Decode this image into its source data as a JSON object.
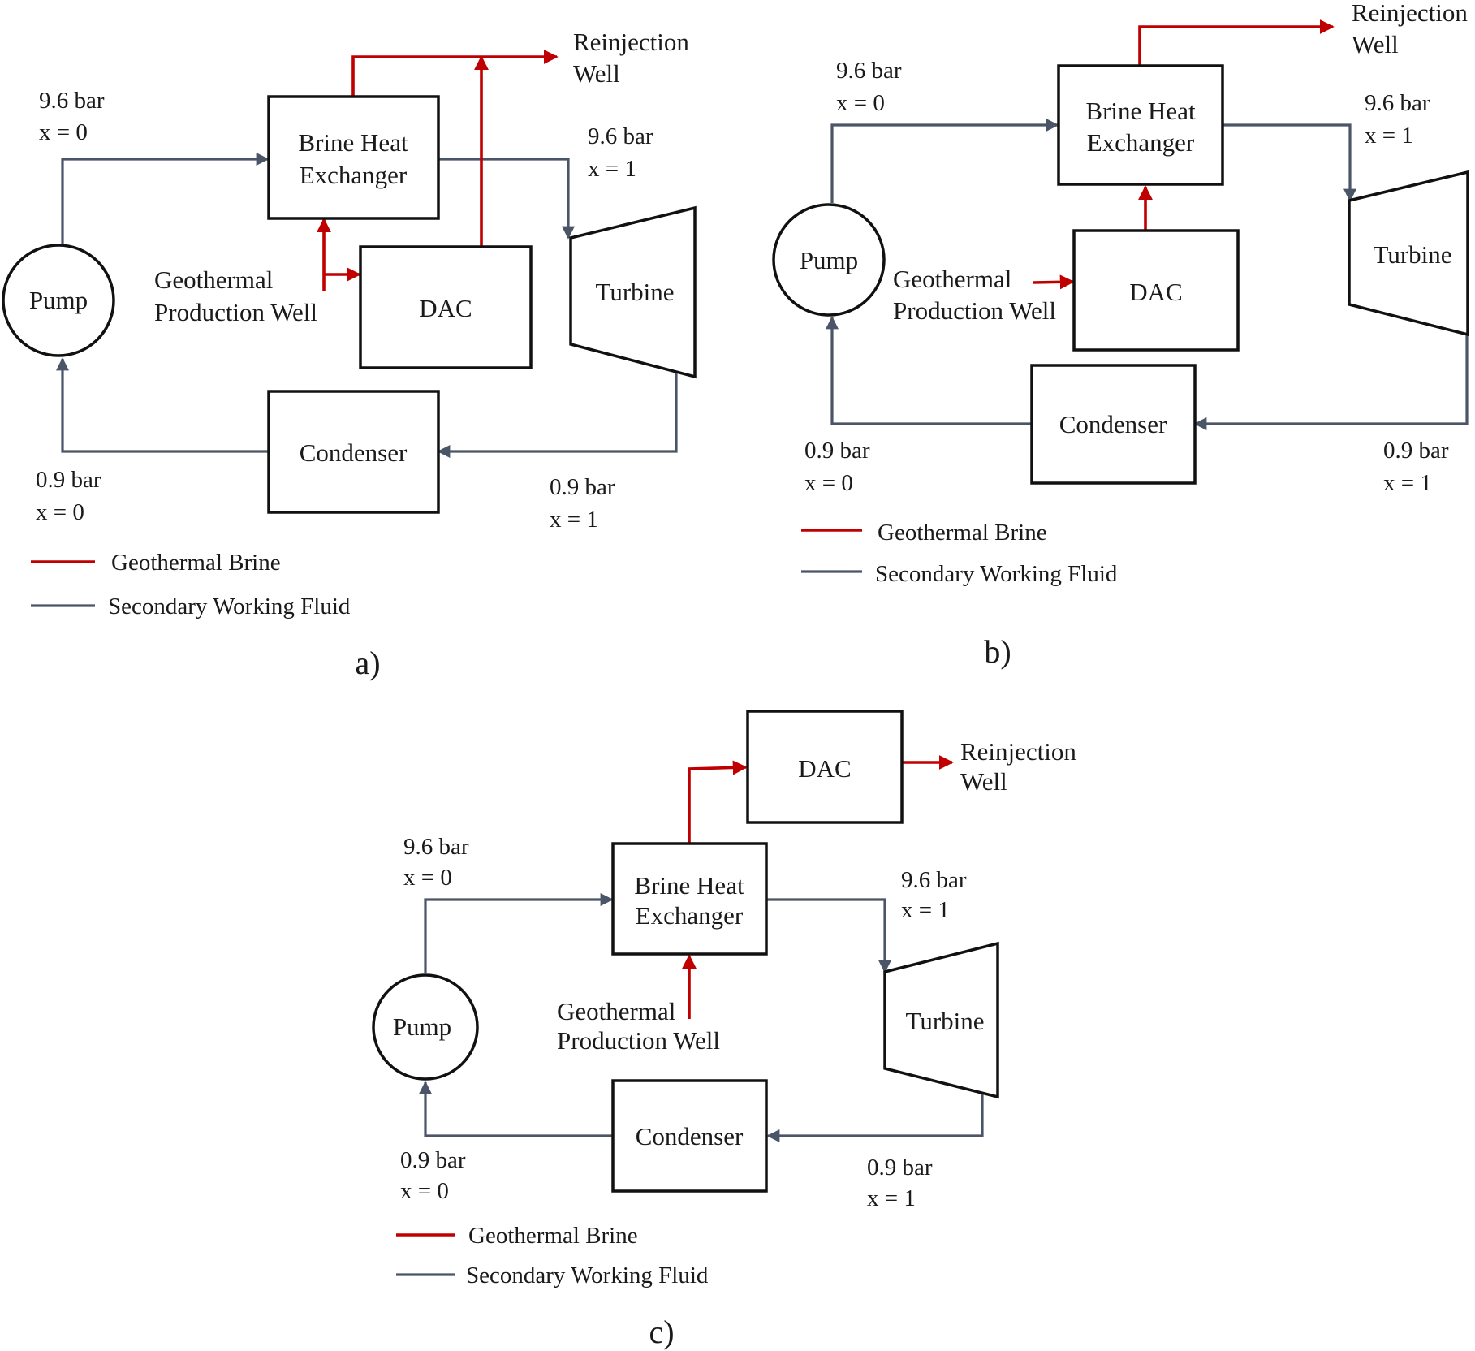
{
  "colors": {
    "brine": "#c00000",
    "working_fluid": "#4a5568",
    "box_stroke": "#111111"
  },
  "components": {
    "pump": "Pump",
    "brine_hx_line1": "Brine Heat",
    "brine_hx_line2": "Exchanger",
    "dac": "DAC",
    "turbine": "Turbine",
    "condenser": "Condenser"
  },
  "wells": {
    "production_line1": "Geothermal",
    "production_line2": "Production Well",
    "reinjection_line1": "Reinjection",
    "reinjection_line2": "Well"
  },
  "states": {
    "pump_out_p": "9.6 bar",
    "pump_out_x": "x = 0",
    "hx_out_p": "9.6 bar",
    "hx_out_x": "x = 1",
    "turb_out_p": "0.9 bar",
    "turb_out_x": "x = 1",
    "cond_out_p": "0.9 bar",
    "cond_out_x": "x = 0"
  },
  "legend": {
    "brine": "Geothermal Brine",
    "working_fluid": "Secondary Working Fluid"
  },
  "captions": {
    "a": "a)",
    "b": "b)",
    "c": "c)"
  }
}
